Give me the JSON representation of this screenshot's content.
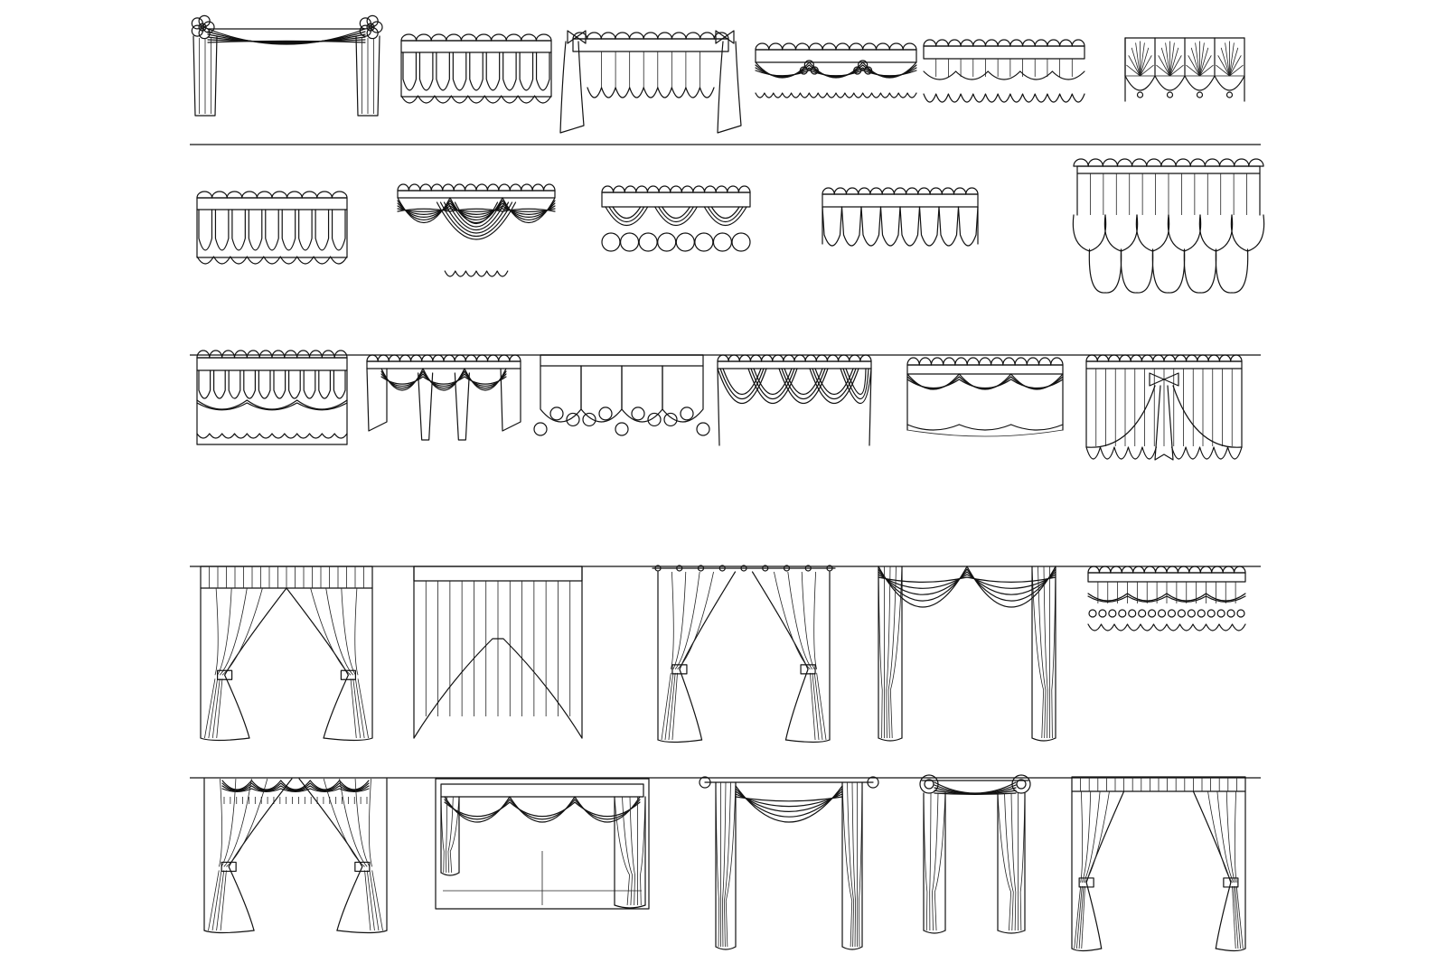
{
  "sheet": {
    "title": "",
    "colors": {
      "background": "#ffffff",
      "ink": "#111111"
    }
  },
  "rows": [
    {
      "name": "row-1-valances",
      "items": [
        {
          "name": "swag-with-rosettes",
          "style": "swag"
        },
        {
          "name": "box-pleat-scallop-valance",
          "style": "box-scallop"
        },
        {
          "name": "bow-tied-valance",
          "style": "bow-valance"
        },
        {
          "name": "triple-swag-valance",
          "style": "triple-swag"
        },
        {
          "name": "balloon-valance",
          "style": "balloon"
        },
        {
          "name": "fan-pleat-valance",
          "style": "fan"
        }
      ]
    },
    {
      "name": "row-2-valances",
      "items": [
        {
          "name": "box-scallop-valance-2",
          "style": "box-scallop"
        },
        {
          "name": "layered-swag-valance",
          "style": "layered-swag"
        },
        {
          "name": "double-loop-valance",
          "style": "double-loop"
        },
        {
          "name": "scallop-point-valance",
          "style": "scallop-point"
        },
        {
          "name": "pleated-balloon-valance",
          "style": "pleated-balloon"
        }
      ]
    },
    {
      "name": "row-3-valances",
      "items": [
        {
          "name": "scalloped-hem-valance",
          "style": "scallop-hem"
        },
        {
          "name": "jabot-swag-valance",
          "style": "jabot"
        },
        {
          "name": "pointed-pennant-valance",
          "style": "pennant"
        },
        {
          "name": "cascade-swag-valance",
          "style": "cascade"
        },
        {
          "name": "gathered-swag-valance",
          "style": "gathered-swag"
        },
        {
          "name": "bow-center-valance",
          "style": "bow-center"
        }
      ]
    },
    {
      "name": "row-4-curtains",
      "items": [
        {
          "name": "tieback-drapes",
          "style": "tieback"
        },
        {
          "name": "arched-sheer-curtain",
          "style": "arched"
        },
        {
          "name": "rod-tieback-curtain",
          "style": "rod-tieback"
        },
        {
          "name": "swag-over-drapes",
          "style": "swag-drape"
        },
        {
          "name": "beaded-balloon-valance",
          "style": "beaded"
        }
      ]
    },
    {
      "name": "row-5-curtains",
      "items": [
        {
          "name": "fringed-swag-drapes",
          "style": "fringe-swag"
        },
        {
          "name": "window-swag-drapes",
          "style": "window-swag"
        },
        {
          "name": "pole-swag-drapes",
          "style": "pole-swag"
        },
        {
          "name": "rosette-swag-drapes",
          "style": "rosette-swag"
        },
        {
          "name": "tab-top-tieback",
          "style": "tab-tieback"
        }
      ]
    }
  ]
}
